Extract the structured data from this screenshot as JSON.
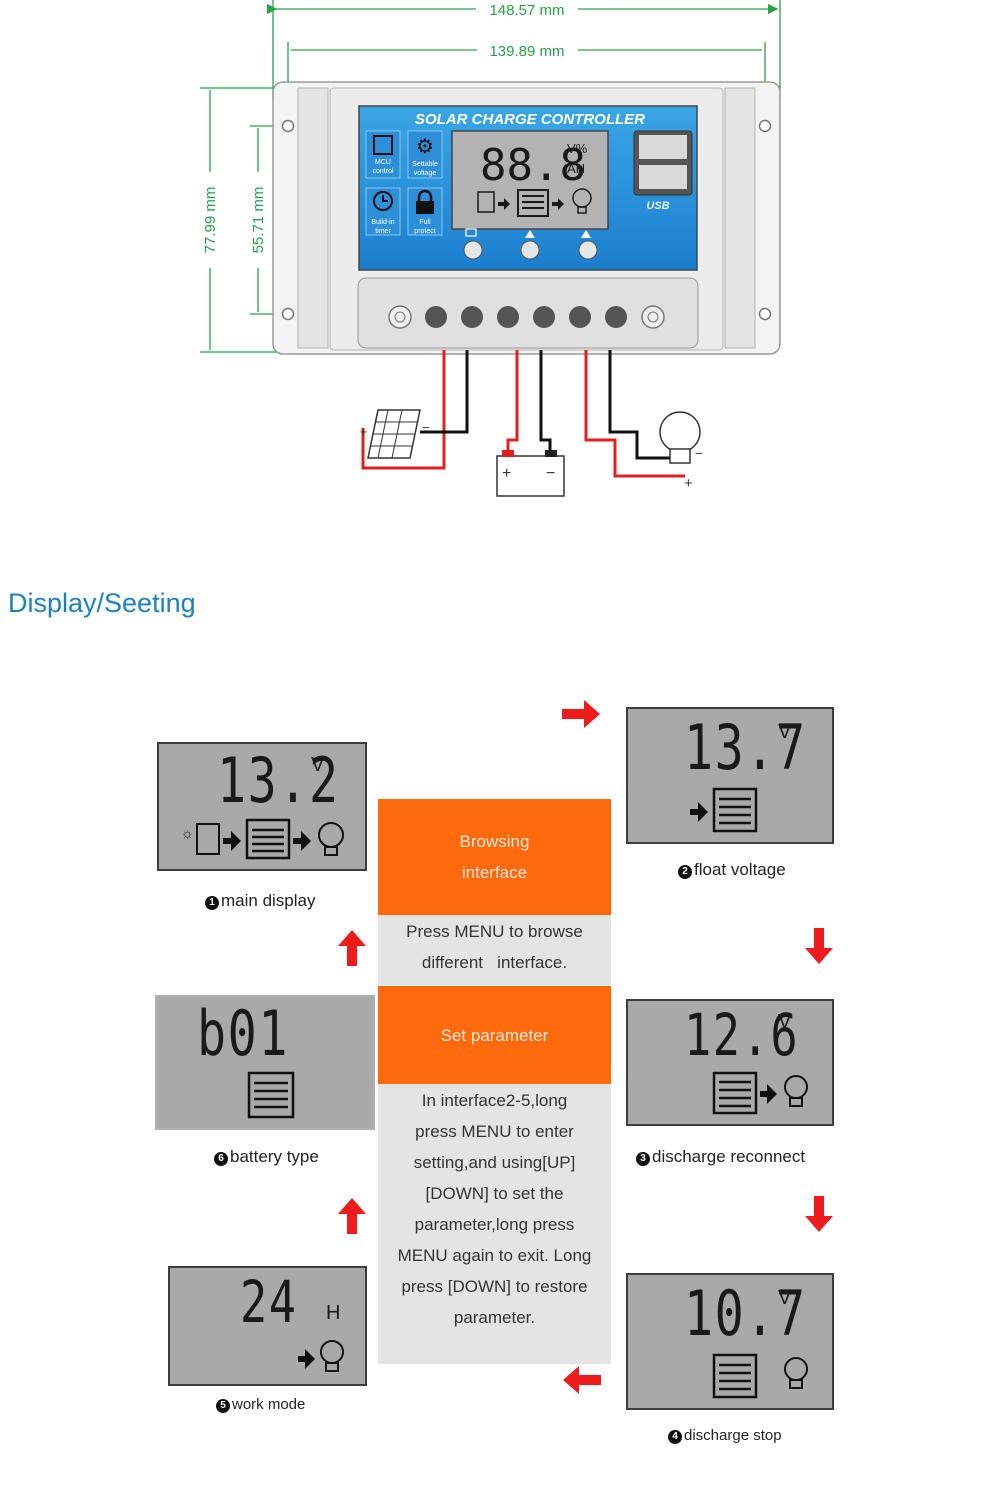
{
  "device": {
    "width_dimension": "148.57 mm",
    "hole_distance_dimension": "139.89 mm",
    "height_dimension": "77.99 mm",
    "hole_height_dimension": "55.71 mm",
    "panel_title": "SOLAR CHARGE CONTROLLER",
    "features": [
      {
        "label_line1": "MCU",
        "label_line2": "control",
        "icon": "chip-icon"
      },
      {
        "label_line1": "Settable",
        "label_line2": "voltage",
        "icon": "gear-icon"
      },
      {
        "label_line1": "Build-in",
        "label_line2": "timer",
        "icon": "clock-icon"
      },
      {
        "label_line1": "Full",
        "label_line2": "protect",
        "icon": "lock-icon"
      }
    ],
    "lcd_digits": "88.8",
    "lcd_unit_top": "V%",
    "lcd_unit_bottom": "AH",
    "usb_label": "USB",
    "wiring": [
      "solar-panel-icon",
      "battery-icon",
      "bulb-icon"
    ]
  },
  "section_title": "Display/Seeting",
  "screens": [
    {
      "value": "13.2",
      "unit": "V",
      "number": "1",
      "badge": "❶",
      "caption": "main display"
    },
    {
      "value": "13.7",
      "unit": "V",
      "number": "2",
      "badge": "❷",
      "caption": "float voltage"
    },
    {
      "value": "12.6",
      "unit": "V",
      "number": "3",
      "badge": "❸",
      "caption": "discharge reconnect"
    },
    {
      "value": "10.7",
      "unit": "V",
      "number": "4",
      "badge": "❹",
      "caption": "discharge stop"
    },
    {
      "value": "24",
      "unit": "H",
      "number": "5",
      "badge": "❺",
      "caption": "work mode"
    },
    {
      "value": "b01",
      "unit": "",
      "number": "6",
      "badge": "❻",
      "caption": "battery type"
    }
  ],
  "center": {
    "browse_title_line1": "Browsing",
    "browse_title_line2": "interface",
    "browse_desc_line1": "Press MENU to browse",
    "browse_desc_line2": "different   interface.",
    "set_title": "Set parameter",
    "set_desc_lines": [
      "In interface2-5,long",
      "press MENU to enter",
      "setting,and using[UP]",
      "[DOWN] to set the",
      "parameter,long press",
      "MENU again to exit. Long",
      "press [DOWN] to restore",
      "parameter."
    ]
  },
  "colors": {
    "accent_orange": "#ff6a0c",
    "arrow_red": "#ee1c1c",
    "title_blue": "#1e7fc4",
    "dimension_green": "#2aa24a"
  }
}
